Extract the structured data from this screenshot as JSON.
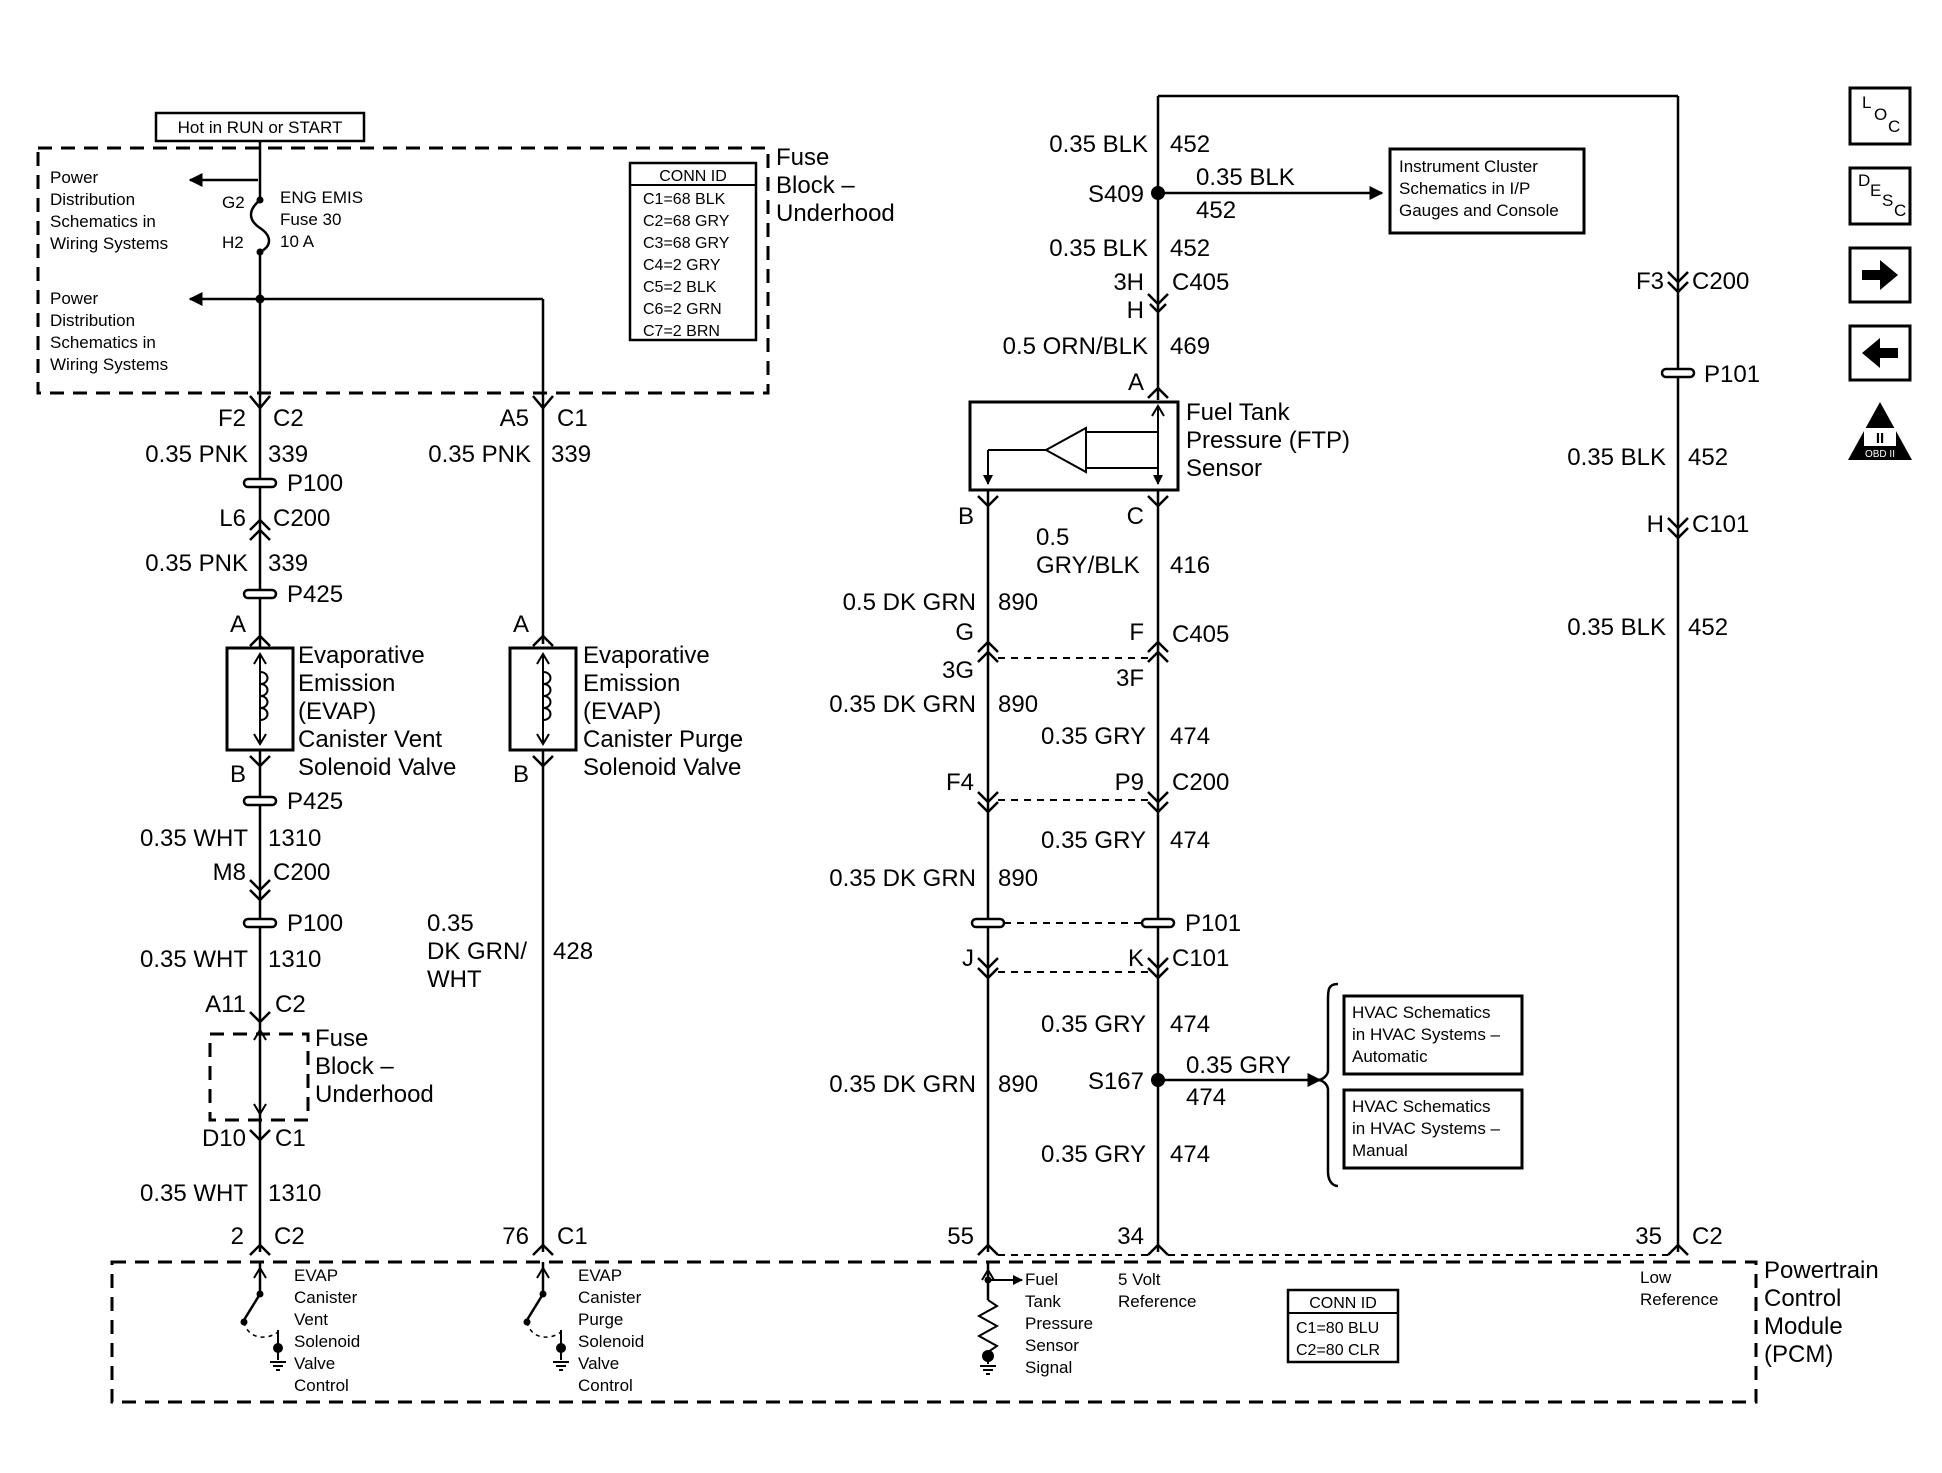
{
  "top_labels": {
    "hot_in": "Hot in RUN or START",
    "fuse_block_title": [
      "Fuse",
      "Block –",
      "Underhood"
    ],
    "power_dist_1": [
      "Power",
      "Distribution",
      "Schematics in",
      "Wiring Systems"
    ],
    "power_dist_2": [
      "Power",
      "Distribution",
      "Schematics in",
      "Wiring Systems"
    ],
    "fuse_pin_top": "G2",
    "fuse_pin_bottom": "H2",
    "fuse_desc": [
      "ENG EMIS",
      "Fuse 30",
      "10 A"
    ],
    "conn_id_title": "CONN ID",
    "conn_id_rows": [
      "C1=68 BLK",
      "C2=68 GRY",
      "C3=68 GRY",
      "C4=2 GRY",
      "C5=2 BLK",
      "C6=2 GRN",
      "C7=2 BRN"
    ]
  },
  "vent_circuit": {
    "c1_pin": "F2",
    "c1_conn": "C2",
    "w1_gauge": "0.35 PNK",
    "w1_num": "339",
    "p100": "P100",
    "c2_pin": "L6",
    "c2_conn": "C200",
    "w2_gauge": "0.35 PNK",
    "w2_num": "339",
    "p425a": "P425",
    "pin_a": "A",
    "component": [
      "Evaporative",
      "Emission",
      "(EVAP)",
      "Canister Vent",
      "Solenoid Valve"
    ],
    "pin_b": "B",
    "p425b": "P425",
    "w3_gauge": "0.35 WHT",
    "w3_num": "1310",
    "c3_pin": "M8",
    "c3_conn": "C200",
    "p100b": "P100",
    "w4_gauge": "0.35 WHT",
    "w4_num": "1310",
    "c4_pin": "A11",
    "c4_conn": "C2",
    "fuse_block": [
      "Fuse",
      "Block –",
      "Underhood"
    ],
    "c5_pin": "D10",
    "c5_conn": "C1",
    "w5_gauge": "0.35 WHT",
    "w5_num": "1310",
    "pcm_pin": "2",
    "pcm_conn": "C2"
  },
  "purge_circuit": {
    "c1_pin": "A5",
    "c1_conn": "C1",
    "w1_gauge": "0.35 PNK",
    "w1_num": "339",
    "pin_a": "A",
    "component": [
      "Evaporative",
      "Emission",
      "(EVAP)",
      "Canister Purge",
      "Solenoid Valve"
    ],
    "pin_b": "B",
    "w2_gauge": [
      "0.35",
      "DK GRN/",
      "WHT"
    ],
    "w2_num": "428",
    "pcm_pin": "76",
    "pcm_conn": "C1"
  },
  "sensor_circuit": {
    "w452a_gauge": "0.35 BLK",
    "w452a_num": "452",
    "s409": "S409",
    "branch_gauge": "0.35 BLK",
    "branch_num": "452",
    "instrument_box": [
      "Instrument Cluster",
      "Schematics in I/P",
      "Gauges and Console"
    ],
    "w452b_gauge": "0.35 BLK",
    "w452b_num": "452",
    "c405_pin": "3H",
    "c405_conn": "C405",
    "c405_pin2": "H",
    "w469_gauge": "0.5 ORN/BLK",
    "w469_num": "469",
    "ftp_pin_a": "A",
    "ftp_name": [
      "Fuel Tank",
      "Pressure (FTP)",
      "Sensor"
    ],
    "ftp_pin_b": "B",
    "ftp_pin_c": "C",
    "w416_gauge": [
      "0.5",
      "GRY/BLK"
    ],
    "w416_num": "416",
    "w890a_gauge": "0.5 DK GRN",
    "w890a_num": "890",
    "c405b_pin_g": "G",
    "c405b_pin_f": "F",
    "c405b_conn": "C405",
    "c405b_pin_3g": "3G",
    "c405b_pin_3f": "3F",
    "w890b_gauge": "0.35 DK GRN",
    "w890b_num": "890",
    "w474a_gauge": "0.35 GRY",
    "w474a_num": "474",
    "c200_pin_f4": "F4",
    "c200_pin_p9": "P9",
    "c200_conn": "C200",
    "w474b_gauge": "0.35 GRY",
    "w474b_num": "474",
    "w890c_gauge": "0.35 DK GRN",
    "w890c_num": "890",
    "p101": "P101",
    "c101_pin_j": "J",
    "c101_pin_k": "K",
    "c101_conn": "C101",
    "w474c_gauge": "0.35 GRY",
    "w474c_num": "474",
    "w890d_gauge": "0.35 DK GRN",
    "w890d_num": "890",
    "s167": "S167",
    "s167_gauge": "0.35 GRY",
    "s167_num": "474",
    "hvac_auto": [
      "HVAC Schematics",
      "in HVAC Systems –",
      "Automatic"
    ],
    "hvac_manual": [
      "HVAC Schematics",
      "in HVAC Systems –",
      "Manual"
    ],
    "w474d_gauge": "0.35 GRY",
    "w474d_num": "474",
    "pcm_pin_55": "55",
    "pcm_pin_34": "34"
  },
  "ground_circuit": {
    "c200_pin": "F3",
    "c200_conn": "C200",
    "p101": "P101",
    "w452a_gauge": "0.35 BLK",
    "w452a_num": "452",
    "c101_pin": "H",
    "c101_conn": "C101",
    "w452b_gauge": "0.35 BLK",
    "w452b_num": "452",
    "pcm_pin": "35",
    "pcm_conn": "C2"
  },
  "pcm": {
    "title": [
      "Powertrain",
      "Control",
      "Module",
      "(PCM)"
    ],
    "vent_ctrl": [
      "EVAP",
      "Canister",
      "Vent",
      "Solenoid",
      "Valve",
      "Control"
    ],
    "purge_ctrl": [
      "EVAP",
      "Canister",
      "Purge",
      "Solenoid",
      "Valve",
      "Control"
    ],
    "ftp_signal": [
      "Fuel",
      "Tank",
      "Pressure",
      "Sensor",
      "Signal"
    ],
    "ref_5v": [
      "5 Volt",
      "Reference"
    ],
    "low_ref": [
      "Low",
      "Reference"
    ],
    "conn_id_title": "CONN ID",
    "conn_id_rows": [
      "C1=80 BLU",
      "C2=80 CLR"
    ]
  },
  "nav": {
    "loc": [
      "L",
      "O",
      "C"
    ],
    "desc": [
      "D",
      "E",
      "S",
      "C"
    ],
    "obd": [
      "II",
      "OBD II"
    ]
  }
}
